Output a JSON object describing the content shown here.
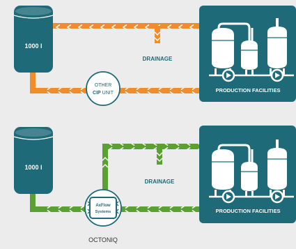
{
  "colors": {
    "teal": "#1f6a78",
    "orange": "#f08c2a",
    "green": "#5aa032",
    "background": "#ececec",
    "white": "#ffffff"
  },
  "top_system": {
    "tank_label": "1000 l",
    "drainage_label": "DRAINAGE",
    "cip_unit": {
      "line1": "OTHER",
      "line2_bold": "CIP",
      "line2_rest": " UNIT"
    },
    "production_label": "PRODUCTION FACILITIES"
  },
  "bottom_system": {
    "tank_label": "1000 l",
    "drainage_label": "DRAINAGE",
    "axflow_logo": {
      "line1": "AxFlow",
      "line2": "Systems"
    },
    "unit_caption": "OCTONIQ",
    "production_label": "PRODUCTION FACILITIES"
  }
}
